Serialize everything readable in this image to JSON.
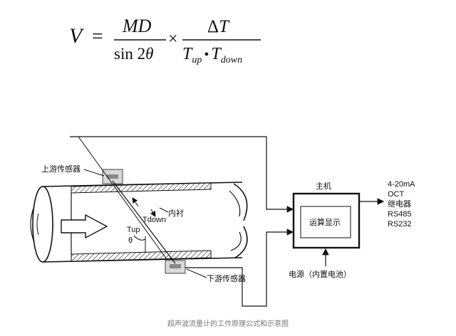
{
  "formula": {
    "lhs": "V",
    "equals": "=",
    "num1": "MD",
    "den1_a": "sin 2",
    "den1_theta": "θ",
    "times": "×",
    "num2_delta": "Δ",
    "num2_T": "T",
    "den2_T1": "T",
    "den2_sub1": "up",
    "den2_dot": "•",
    "den2_T2": "T",
    "den2_sub2": "down"
  },
  "labels": {
    "upstream_sensor": "上游传感器",
    "downstream_sensor": "下游传感器",
    "liner": "内衬",
    "tdown": "Tdown",
    "tup": "Tup",
    "theta": "θ",
    "host_title": "主机",
    "host_display": "运算显示",
    "power": "电源（内置电池）"
  },
  "outputs": [
    "4-20mA",
    "OCT",
    "继电器",
    "RS485",
    "RS232"
  ],
  "caption": "超声波流量计的工作原理公式和示意图"
}
